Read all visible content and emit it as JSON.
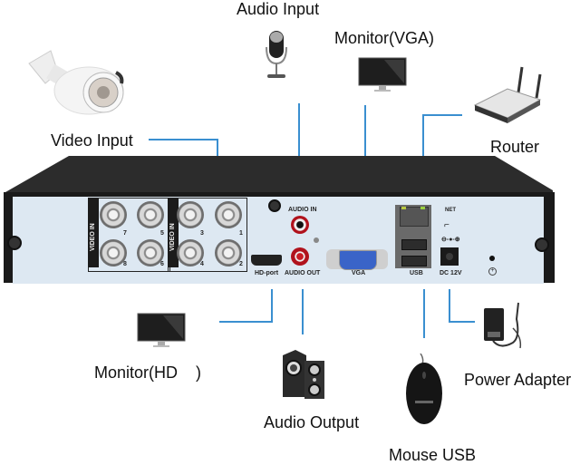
{
  "diagram": {
    "title": "DVR rear panel connection diagram",
    "devices": {
      "video_input": {
        "label": "Video Input",
        "icon": "cctv-camera-icon"
      },
      "audio_input": {
        "label": "Audio Input",
        "icon": "microphone-icon"
      },
      "monitor_vga": {
        "label": "Monitor(VGA)",
        "icon": "monitor-icon"
      },
      "router": {
        "label": "Router",
        "icon": "router-icon"
      },
      "monitor_hd": {
        "label": "Monitor(HD    )",
        "icon": "monitor-icon"
      },
      "audio_output": {
        "label": "Audio Output",
        "icon": "speaker-icon"
      },
      "mouse_usb": {
        "label": "Mouse USB",
        "icon": "mouse-icon"
      },
      "power_adapter": {
        "label": "Power Adapter",
        "icon": "power-adapter-icon"
      }
    },
    "panel": {
      "video_in_label": "VIDEO IN",
      "bnc_group_a": [
        "7",
        "5",
        "8",
        "6"
      ],
      "bnc_group_b": [
        "3",
        "1",
        "4",
        "2"
      ],
      "hd_port": "HD-port",
      "audio_in": "AUDIO IN",
      "audio_out": "AUDIO OUT",
      "vga": "VGA",
      "usb": "USB",
      "net": "NET",
      "dc": "DC 12V",
      "polarity": "⊖-●-⊕",
      "ground": "⏚"
    },
    "colors": {
      "connector_line": "#3a8fd0",
      "chassis": "#2a2a2a",
      "panel": "#dde8f2"
    }
  }
}
